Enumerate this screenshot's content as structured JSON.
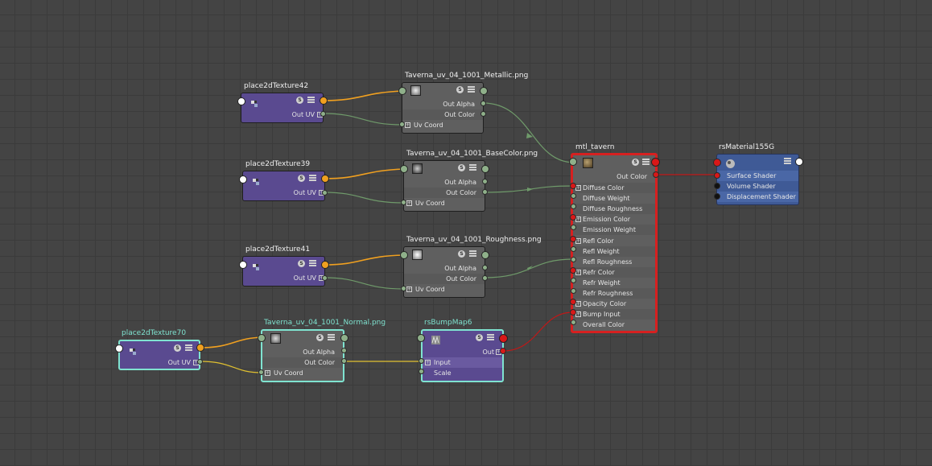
{
  "nodes": {
    "p42": {
      "title": "place2dTexture42",
      "out": "Out UV"
    },
    "p39": {
      "title": "place2dTexture39",
      "out": "Out UV"
    },
    "p41": {
      "title": "place2dTexture41",
      "out": "Out UV"
    },
    "p70": {
      "title": "place2dTexture70",
      "out": "Out UV"
    },
    "tex_metal": {
      "title": "Taverna_uv_04_1001_Metallic.png",
      "out_alpha": "Out Alpha",
      "out_color": "Out Color",
      "uv": "Uv Coord"
    },
    "tex_base": {
      "title": "Taverna_uv_04_1001_BaseColor.png",
      "out_alpha": "Out Alpha",
      "out_color": "Out Color",
      "uv": "Uv Coord"
    },
    "tex_rough": {
      "title": "Taverna_uv_04_1001_Roughness.png",
      "out_alpha": "Out Alpha",
      "out_color": "Out Color",
      "uv": "Uv Coord"
    },
    "tex_normal": {
      "title": "Taverna_uv_04_1001_Normal.png",
      "out_alpha": "Out Alpha",
      "out_color": "Out Color",
      "uv": "Uv Coord"
    },
    "bump": {
      "title": "rsBumpMap6",
      "out": "Out",
      "input": "Input",
      "scale": "Scale"
    },
    "mtl": {
      "title": "mtl_tavern",
      "out_color": "Out Color",
      "attrs": [
        "Diffuse Color",
        "Diffuse Weight",
        "Diffuse Roughness",
        "Emission Color",
        "Emission Weight",
        "Refl Color",
        "Refl Weight",
        "Refl Roughness",
        "Refr Color",
        "Refr Weight",
        "Refr Roughness",
        "Opacity Color",
        "Bump Input",
        "Overall Color"
      ]
    },
    "sg": {
      "title": "rsMaterial155G",
      "attrs": [
        "Surface Shader",
        "Volume Shader",
        "Displacement Shader"
      ]
    }
  },
  "icons": {
    "s_badge": "S",
    "plus": "+"
  },
  "colors": {
    "wire_orange": "#f0a020",
    "wire_green": "#6f9a6a",
    "wire_yellow": "#e0c030",
    "wire_red": "#c01818",
    "select_teal": "#7fe3d0",
    "select_red": "#d62020"
  }
}
